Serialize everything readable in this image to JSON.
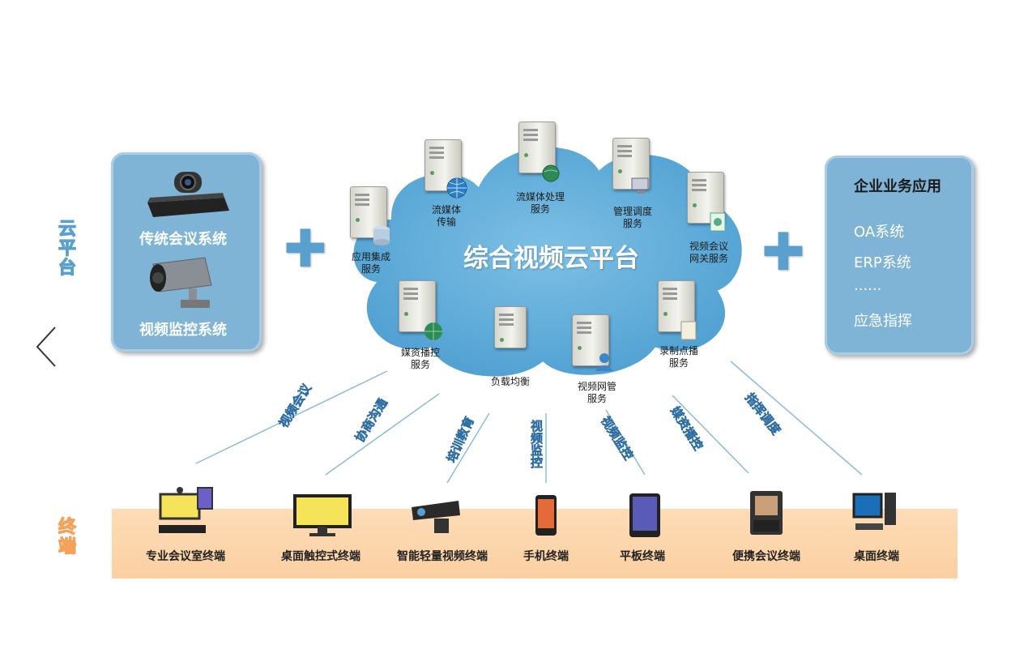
{
  "nav": {
    "back_icon": "chevron-left-icon"
  },
  "left_side_label": "云平台",
  "bottom_side_label": "终端",
  "left_box": {
    "items": [
      "传统会议系统",
      "视频监控系统"
    ]
  },
  "cloud": {
    "title": "综合视频云平台",
    "services": [
      "应用集成\n服务",
      "流媒体\n传输",
      "流媒体处理\n服务",
      "管理调度\n服务",
      "视频会议\n网关服务",
      "媒资播控\n服务",
      "负载均衡",
      "视频网管\n服务",
      "录制点播\n服务"
    ]
  },
  "right_box": {
    "items": [
      "企业业务应用",
      "OA系统",
      "ERP系统",
      "......",
      "应急指挥"
    ]
  },
  "connections": [
    "视频会议",
    "协商沟通",
    "培训教育",
    "视频监控",
    "视频监控",
    "媒资播控",
    "指挥调度"
  ],
  "terminals": [
    "专业会议室终端",
    "桌面触控式终端",
    "智能轻量视频终端",
    "手机终端",
    "平板终端",
    "便携会议终端",
    "桌面终端"
  ],
  "colors": {
    "box_blue": "#7fb4d6",
    "cloud_blue": "#6eb3dc",
    "line_blue": "#8bbcdc",
    "terminal_band": "#fcd9b2",
    "orange_label": "#f3a25a"
  }
}
